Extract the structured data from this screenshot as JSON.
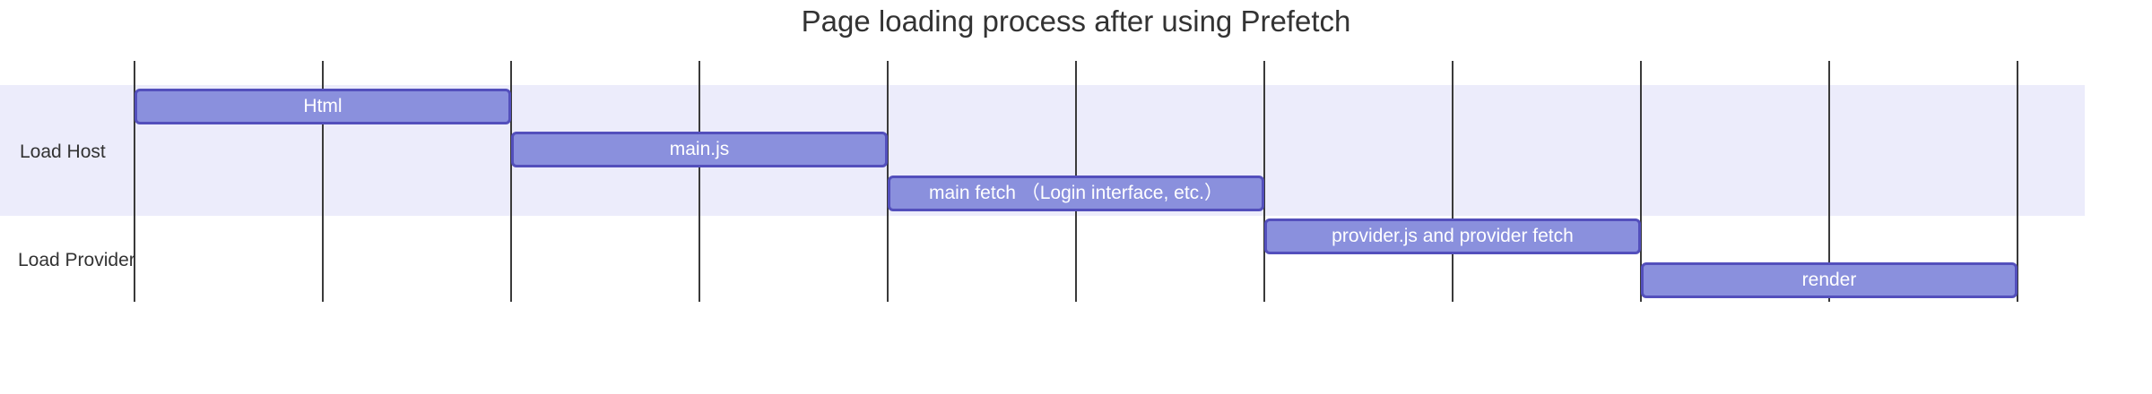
{
  "title": "Page loading process after using Prefetch",
  "colors": {
    "background": "#ffffff",
    "title_text": "#333333",
    "section_label_text": "#333333",
    "section0_band": "#ececfb",
    "grid_line": "#3a3a3a",
    "task_fill": "#8a90dd",
    "task_border": "#534fbc",
    "task_text": "#ffffff"
  },
  "sections": [
    {
      "label": "Load Host"
    },
    {
      "label": "Load Provider"
    }
  ],
  "chart_data": {
    "type": "bar",
    "variant": "gantt",
    "title": "Page loading process after using Prefetch",
    "orientation": "horizontal",
    "legend": "none",
    "grid": "vertical-only",
    "x_axis": {
      "min": 0,
      "max": 10,
      "gridline_step": 1,
      "tick_labels_visible": false
    },
    "sections": [
      {
        "name": "Load Host",
        "band": "lavender",
        "tasks": [
          {
            "label": "Html",
            "start": 0,
            "end": 2
          },
          {
            "label": "main.js",
            "start": 2,
            "end": 4
          },
          {
            "label": "main fetch （Login interface, etc.）",
            "start": 4,
            "end": 6
          }
        ]
      },
      {
        "name": "Load Provider",
        "band": "white",
        "tasks": [
          {
            "label": "provider.js and provider fetch",
            "start": 6,
            "end": 8
          },
          {
            "label": "render",
            "start": 8,
            "end": 10
          }
        ]
      }
    ]
  }
}
